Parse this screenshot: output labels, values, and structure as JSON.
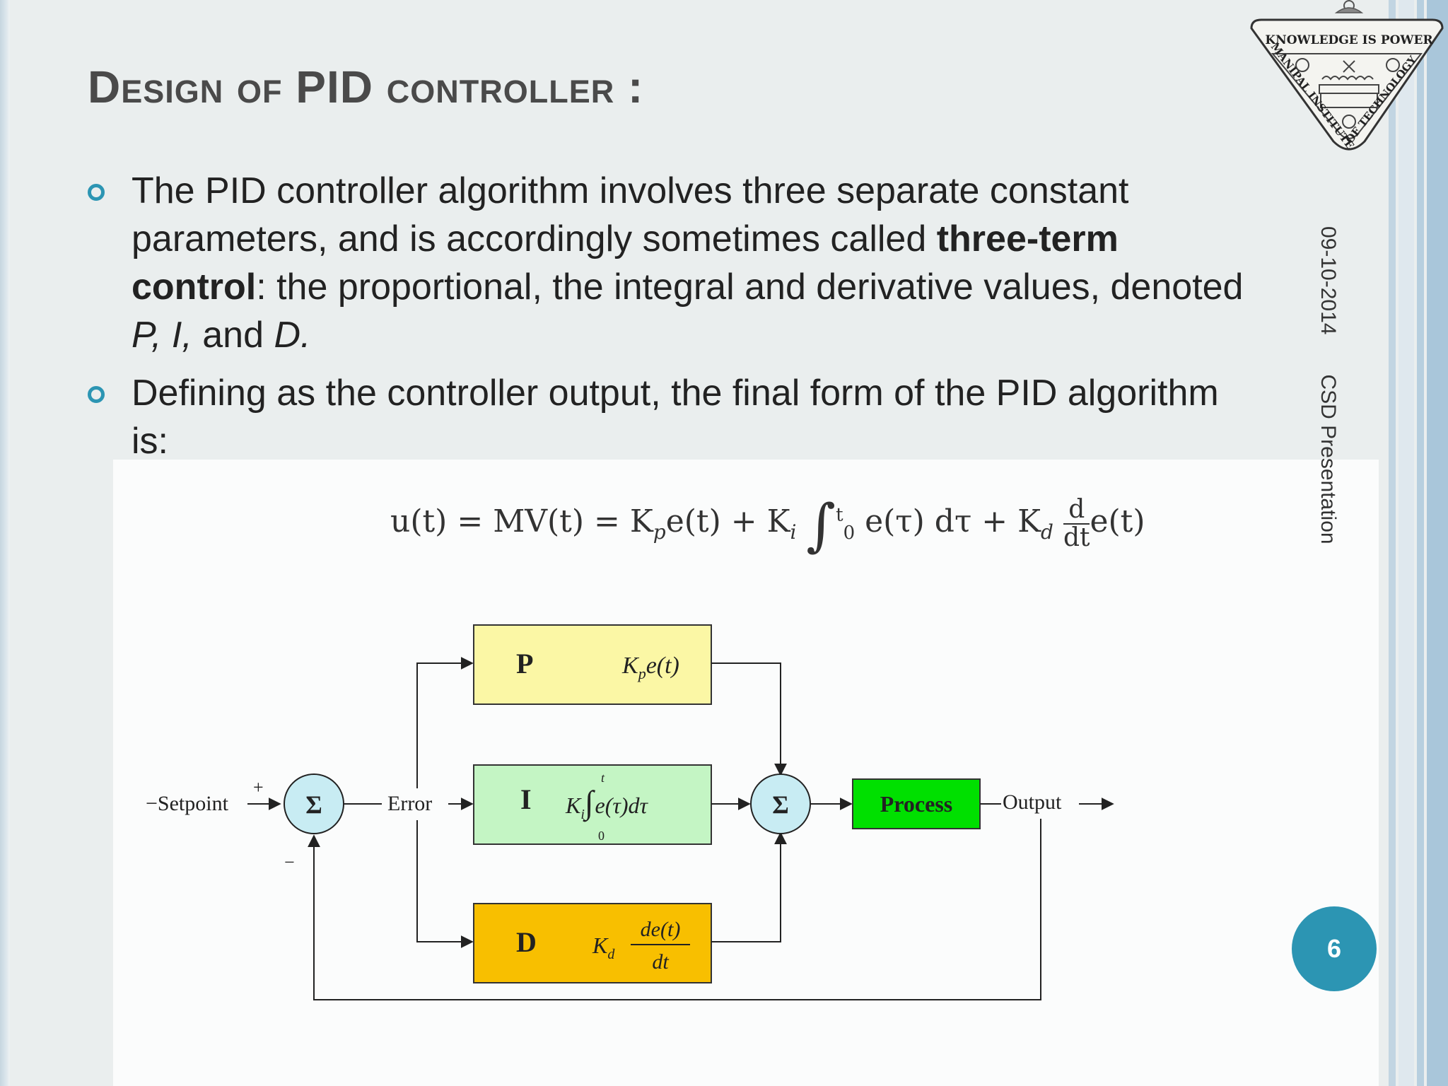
{
  "slide": {
    "title": "Design of PID controller :",
    "bullets": [
      {
        "segments": [
          {
            "text": "The PID controller algorithm involves three separate constant parameters, and is accordingly sometimes called "
          },
          {
            "text": "three-term control",
            "bold": true
          },
          {
            "text": ": the proportional, the integral and derivative values, denoted "
          },
          {
            "text": "P, I,",
            "italic": true
          },
          {
            "text": " and "
          },
          {
            "text": "D.",
            "italic": true
          }
        ]
      },
      {
        "segments": [
          {
            "text": " Defining  as the controller output, the final form of the PID algorithm is:"
          }
        ]
      }
    ],
    "formula": {
      "lhs": "u(t) = MV(t) = K",
      "kp_sub": "p",
      "t1": "e(t) + K",
      "ki_sub": "i",
      "upper": "t",
      "lower": "0",
      "integrand": " e(τ) dτ + K",
      "kd_sub": "d",
      "num": "d",
      "den": "dt",
      "tail": "e(t)"
    },
    "date": "09-10-2014",
    "footer": "CSD Presentation",
    "page_number": "6",
    "accent_color": "#2c95b3"
  },
  "diagram": {
    "setpoint": "Setpoint",
    "plus": "+",
    "minus": "−",
    "sum_symbol": "Σ",
    "error": "Error",
    "output": "Output",
    "blocks": [
      {
        "letter": "P",
        "formula": "Kₚe(t)",
        "color": "#fbf7a5"
      },
      {
        "letter": "I",
        "formula": "Kᵢ∫e(τ)dτ",
        "color": "#c4f5c4"
      },
      {
        "letter": "D",
        "formula": "K_d de(t)/dt",
        "color": "#f8bf00"
      }
    ],
    "i_upper": "t",
    "i_lower": "0",
    "i_k": "K",
    "i_k_sub": "i",
    "i_integrand": "e(τ)dτ",
    "p_k": "K",
    "p_k_sub": "p",
    "p_tail": "e(t)",
    "d_k": "K",
    "d_k_sub": "d",
    "d_num": "de(t)",
    "d_den": "dt",
    "process": "Process",
    "process_color": "#00e000"
  },
  "logo": {
    "top": "KNOWLEDGE IS POWER",
    "ring": "MANIPAL INSTITUTE OF TECHNOLOGY"
  }
}
